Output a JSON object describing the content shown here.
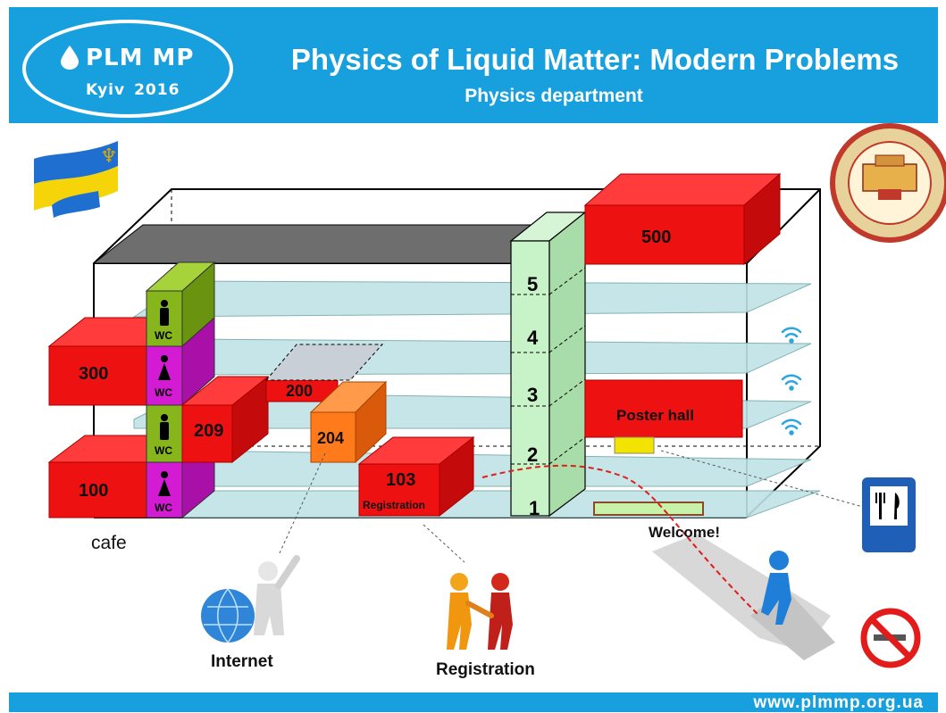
{
  "header": {
    "logo_name": "PLM MP",
    "logo_city": "Kyiv",
    "logo_year": "2016",
    "title": "Physics of Liquid Matter: Modern Problems",
    "subtitle": "Physics department"
  },
  "rooms": {
    "r500": "500",
    "r300": "300",
    "r200": "200",
    "r209": "209",
    "r204": "204",
    "r100": "100",
    "r103": "103",
    "r103_note": "Registration",
    "poster": "Poster hall"
  },
  "wc": [
    "WC",
    "WC",
    "WC",
    "WC"
  ],
  "floors": [
    "5",
    "4",
    "3",
    "2",
    "1"
  ],
  "labels": {
    "cafe": "cafe",
    "welcome": "Welcome!",
    "internet": "Internet",
    "registration": "Registration"
  },
  "footer": {
    "url": "www.plmmp.org.ua"
  },
  "colors": {
    "header_blue": "#18a0de",
    "room_red": "#ee1111",
    "wc_green": "#86b51c",
    "wc_magenta": "#d21bd2",
    "room_orange": "#ff7a1a",
    "stair_green": "#c8f2c8",
    "floor_tint": "#bfe3e6"
  },
  "icons": [
    "drop-icon",
    "flag-icon",
    "university-seal-icon",
    "wifi-icon",
    "restaurant-sign-icon",
    "no-smoking-icon",
    "male-icon",
    "female-icon",
    "globe-person-icon",
    "handshake-icon",
    "walking-person-icon"
  ]
}
